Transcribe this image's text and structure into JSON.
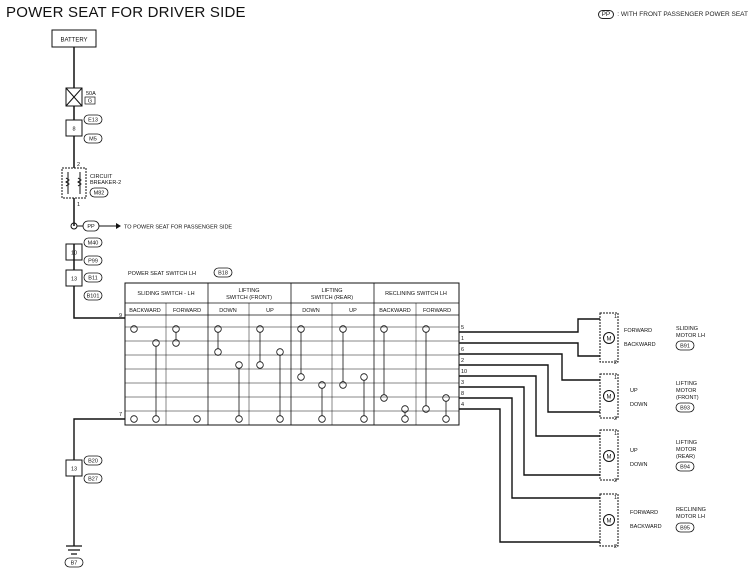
{
  "title": "POWER SEAT FOR DRIVER SIDE",
  "legend": {
    "code": "PP",
    "text": ": WITH FRONT PASSENGER POWER SEAT"
  },
  "battery": "BATTERY",
  "fuse": {
    "rating": "50A",
    "id": "G"
  },
  "connectors": {
    "c1": {
      "pin": "8",
      "ids": [
        "E13",
        "M5"
      ]
    },
    "c2": {
      "pin": "10",
      "ids": [
        "M40",
        "P99"
      ]
    },
    "c3": {
      "pin": "13",
      "ids": [
        "B11",
        "B101"
      ]
    },
    "c4": {
      "pin": "13",
      "ids": [
        "B20",
        "B27"
      ]
    }
  },
  "breaker": {
    "label1": "CIRCUIT",
    "label2": "BREAKER-2",
    "id": "M82",
    "pin_top": "2",
    "pin_bottom": "1"
  },
  "passenger_link": {
    "code": "PP",
    "text": "TO POWER SEAT FOR PASSENGER SIDE"
  },
  "switch_block": {
    "title": "POWER SEAT SWITCH LH",
    "id": "B18",
    "groups": [
      {
        "label": "SLIDING SWITCH - LH",
        "cols": [
          "BACKWARD",
          "FORWARD"
        ]
      },
      {
        "label": "LIFTING SWITCH (FRONT)",
        "cols": [
          "DOWN",
          "UP"
        ]
      },
      {
        "label": "LIFTING SWITCH (REAR)",
        "cols": [
          "DOWN",
          "UP"
        ]
      },
      {
        "label": "RECLINING SWITCH LH",
        "cols": [
          "BACKWARD",
          "FORWARD"
        ]
      }
    ],
    "pin_in": "9",
    "pin_gnd": "7",
    "out_pins": [
      "5",
      "1",
      "6",
      "2",
      "10",
      "3",
      "8",
      "4"
    ]
  },
  "motors": [
    {
      "name1": "SLIDING",
      "name2": "MOTOR LH",
      "id": "B91",
      "dir1": "FORWARD",
      "dir2": "BACKWARD",
      "pin_top": "1",
      "pin_bottom": "2"
    },
    {
      "name1": "LIFTING",
      "name2": "MOTOR",
      "name3": "(FRONT)",
      "id": "B93",
      "dir1": "UP",
      "dir2": "DOWN",
      "pin_top": "1",
      "pin_bottom": "2"
    },
    {
      "name1": "LIFTING",
      "name2": "MOTOR",
      "name3": "(REAR)",
      "id": "B94",
      "dir1": "UP",
      "dir2": "DOWN",
      "pin_top": "1",
      "pin_bottom": "2"
    },
    {
      "name1": "RECLINING",
      "name2": "MOTOR LH",
      "id": "B95",
      "dir1": "FORWARD",
      "dir2": "BACKWARD",
      "pin_top": "1",
      "pin_bottom": "2"
    }
  ],
  "ground_id": "B7"
}
